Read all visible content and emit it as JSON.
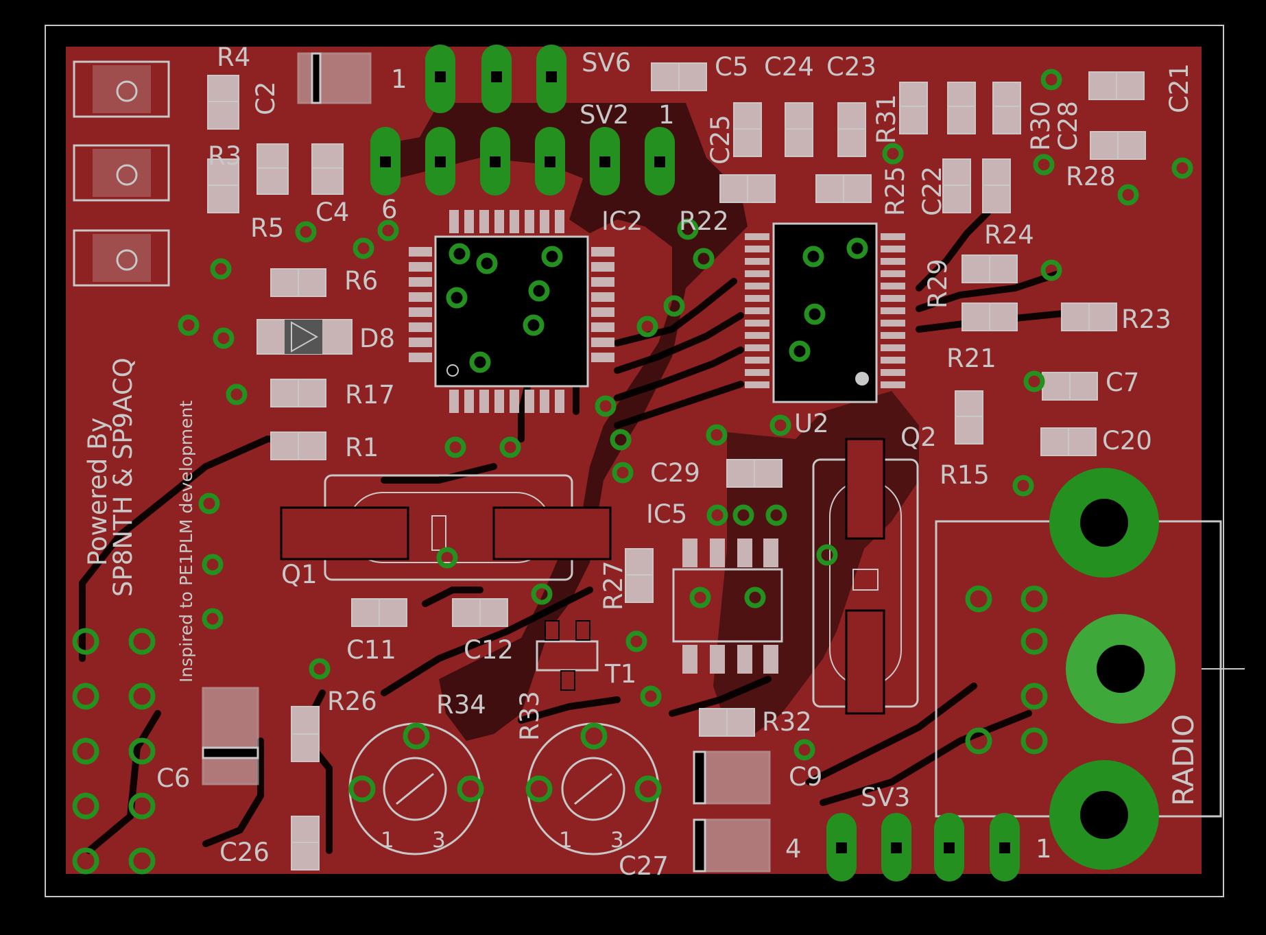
{
  "colors": {
    "background": "#000000",
    "copper": "#8e2121",
    "trace": "#8e2121",
    "pad": "#23901f",
    "pad_light": "#3ea83a",
    "silkscreen": "#c8c8c8",
    "smd_pad": "#c8b4b4"
  },
  "board": {
    "text_powered": "Powered By",
    "text_authors": "SP8NTH & SP9ACQ",
    "text_inspired": "Inspired to PE1PLM development"
  },
  "labels": {
    "R4": "R4",
    "C2": "C2",
    "R3": "R3",
    "R5": "R5",
    "C4": "C4",
    "SV6": "SV6",
    "SV6_pin1": "1",
    "SV2": "SV2",
    "SV2_pin1": "1",
    "SV2_pin6": "6",
    "C5": "C5",
    "C24": "C24",
    "C23": "C23",
    "C25": "C25",
    "R31": "R31",
    "R30": "R30",
    "C28": "C28",
    "C21": "C21",
    "R28": "R28",
    "C22": "C22",
    "R25": "R25",
    "R22": "R22",
    "IC2": "IC2",
    "R24": "R24",
    "R29": "R29",
    "R23": "R23",
    "R21": "R21",
    "R6": "R6",
    "D8": "D8",
    "R17": "R17",
    "R1": "R1",
    "U2": "U2",
    "Q2": "Q2",
    "C7": "C7",
    "C20": "C20",
    "R15": "R15",
    "C29": "C29",
    "IC5": "IC5",
    "Q1": "Q1",
    "R27": "R27",
    "C11": "C11",
    "C12": "C12",
    "T1": "T1",
    "R26": "R26",
    "R34": "R34",
    "R33": "R33",
    "R32": "R32",
    "C6": "C6",
    "C9": "C9",
    "SV3": "SV3",
    "SV3_pin4": "4",
    "SV3_pin1": "1",
    "C26": "C26",
    "C27": "C27",
    "RADIO": "RADIO",
    "pot_1": "1",
    "pot_3": "3"
  }
}
